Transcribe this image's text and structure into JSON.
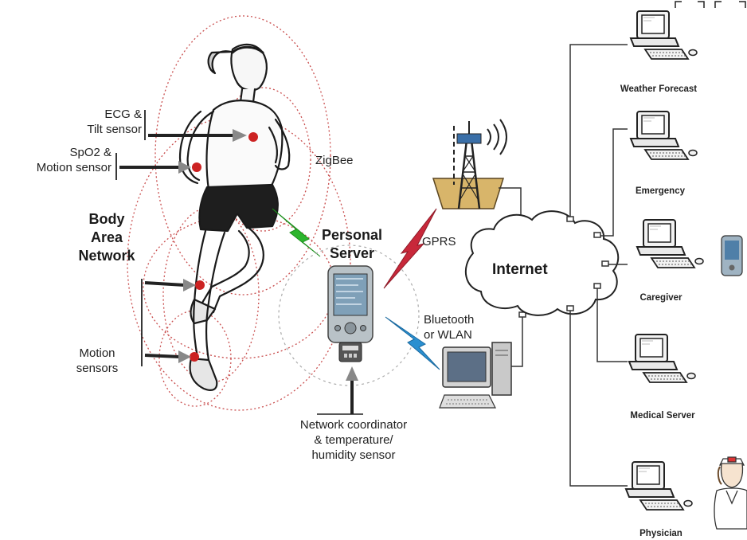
{
  "labels": {
    "ecg": "ECG &\nTilt sensor",
    "spo2": "SpO2 &\nMotion sensor",
    "body_area_network": "Body\nArea\nNetwork",
    "motion_sensors": "Motion\nsensors",
    "zigbee": "ZigBee",
    "personal_server": "Personal\nServer",
    "gprs": "GPRS",
    "bluetooth": "Bluetooth\nor WLAN",
    "internet": "Internet",
    "network_coordinator": "Network coordinator\n& temperature/\nhumidity sensor"
  },
  "clients": [
    {
      "label": "Weather Forecast",
      "icon": "computer-icon"
    },
    {
      "label": "Emergency",
      "icon": "computer-icon"
    },
    {
      "label": "Caregiver",
      "icon": "computer-icon"
    },
    {
      "label": "Medical Server",
      "icon": "computer-icon"
    },
    {
      "label": "Physician",
      "icon": "computer-icon"
    }
  ],
  "icons": [
    "runner-figure",
    "sensor-node-icon",
    "pda-icon",
    "cell-tower-icon",
    "cloud-icon",
    "desktop-computer-icon",
    "handheld-icon",
    "nurse-figure"
  ],
  "colors": {
    "sensor_node": "#cc2222",
    "zigbee_link": "#2db52d",
    "gprs_link": "#c8283a",
    "bluetooth_link": "#2a8fd0",
    "signal_rings": "#c03030"
  }
}
